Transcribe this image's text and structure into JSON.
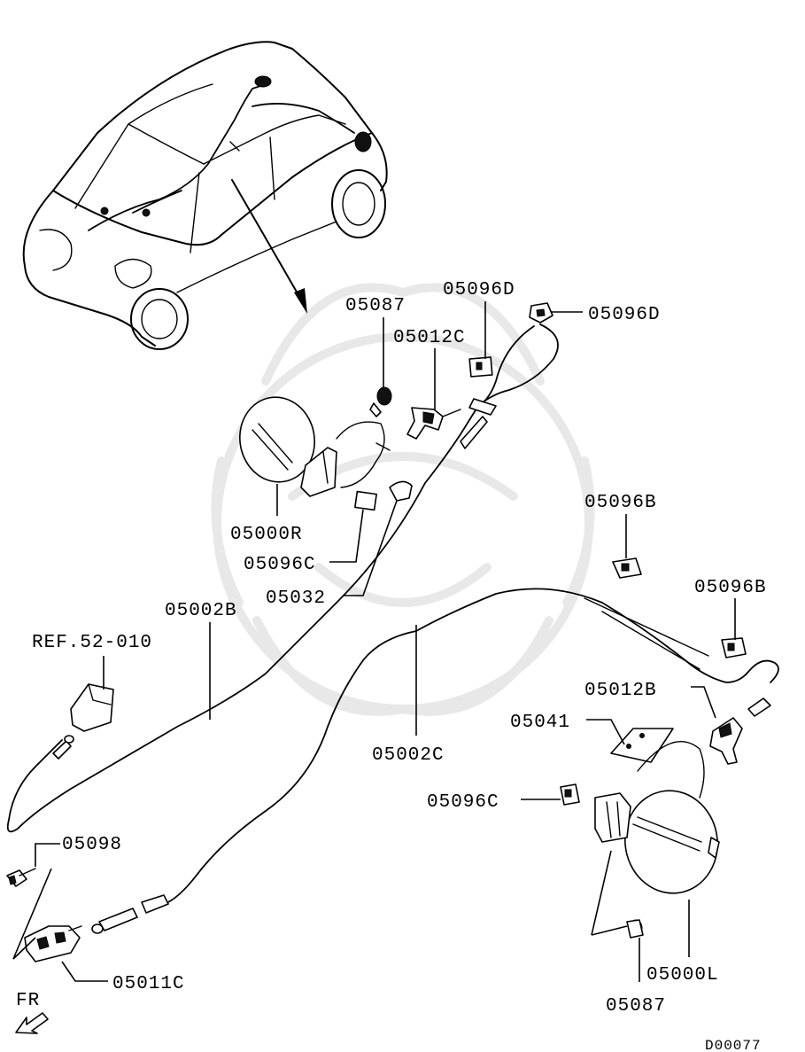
{
  "diagram": {
    "drawing_code": "D00077",
    "direction_label": "FR"
  },
  "callouts": [
    {
      "id": "c05087a",
      "text": "05087"
    },
    {
      "id": "c05096Dtop",
      "text": "05096D"
    },
    {
      "id": "c05096Dright",
      "text": "05096D"
    },
    {
      "id": "c05012C",
      "text": "05012C"
    },
    {
      "id": "c05000R",
      "text": "05000R"
    },
    {
      "id": "c05096Ca",
      "text": "05096C"
    },
    {
      "id": "c05032",
      "text": "05032"
    },
    {
      "id": "c05002B",
      "text": "05002B"
    },
    {
      "id": "cREF",
      "text": "REF.52-010"
    },
    {
      "id": "c05096Ba",
      "text": "05096B"
    },
    {
      "id": "c05096Bb",
      "text": "05096B"
    },
    {
      "id": "c05012B",
      "text": "05012B"
    },
    {
      "id": "c05041",
      "text": "05041"
    },
    {
      "id": "c05002C",
      "text": "05002C"
    },
    {
      "id": "c05096Cb",
      "text": "05096C"
    },
    {
      "id": "c05098",
      "text": "05098"
    },
    {
      "id": "c05011C",
      "text": "05011C"
    },
    {
      "id": "c05000L",
      "text": "05000L"
    },
    {
      "id": "c05087b",
      "text": "05087"
    }
  ]
}
